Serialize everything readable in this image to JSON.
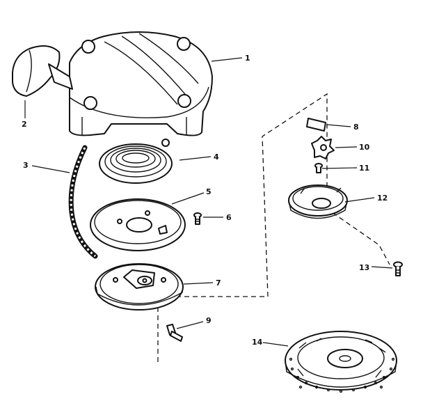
{
  "callouts": [
    {
      "id": "p1",
      "label": "1"
    },
    {
      "id": "p2",
      "label": "2"
    },
    {
      "id": "p3",
      "label": "3"
    },
    {
      "id": "p4",
      "label": "4"
    },
    {
      "id": "p5",
      "label": "5"
    },
    {
      "id": "p6",
      "label": "6"
    },
    {
      "id": "p7",
      "label": "7"
    },
    {
      "id": "p8",
      "label": "8"
    },
    {
      "id": "p9",
      "label": "9"
    },
    {
      "id": "p10",
      "label": "10"
    },
    {
      "id": "p11",
      "label": "11"
    },
    {
      "id": "p12",
      "label": "12"
    },
    {
      "id": "p13",
      "label": "13"
    },
    {
      "id": "p14",
      "label": "14"
    }
  ]
}
